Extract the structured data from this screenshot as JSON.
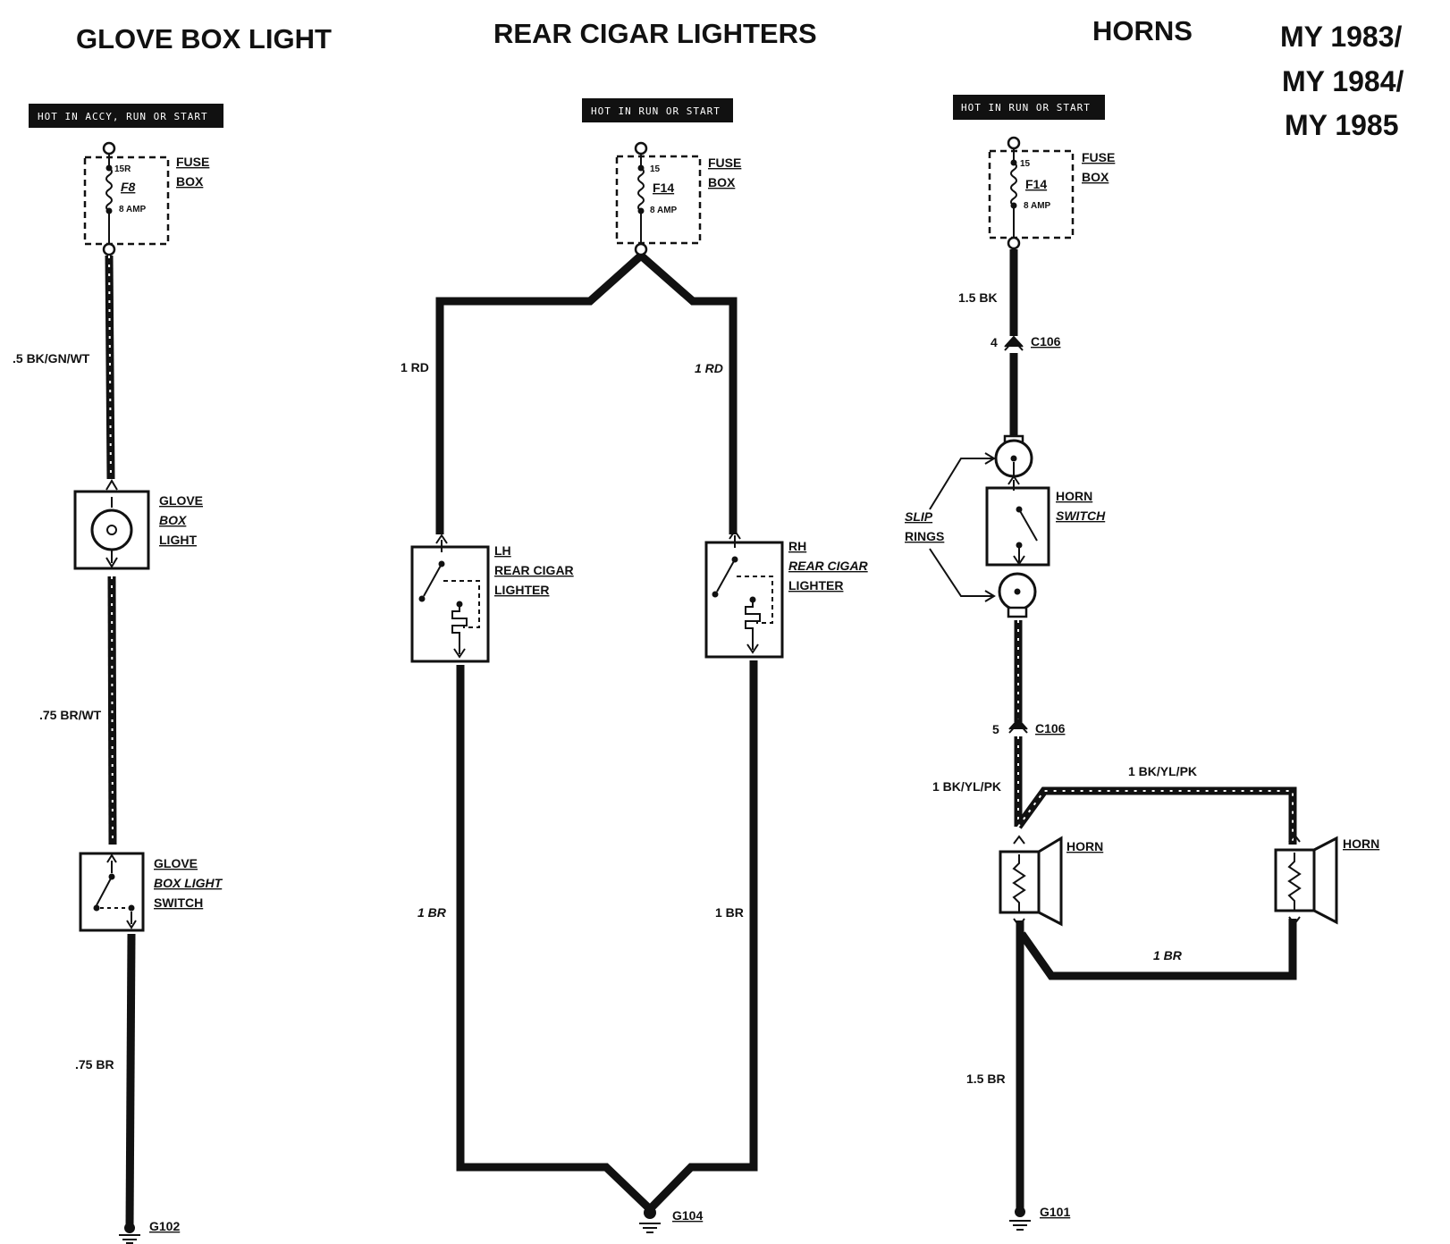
{
  "titles": {
    "glove_box": "GLOVE BOX LIGHT",
    "cigar": "REAR CIGAR LIGHTERS",
    "horns": "HORNS",
    "model_years": [
      "MY 1983/",
      "MY 1984/",
      "MY 1985"
    ]
  },
  "glove_box": {
    "hot_label": "HOT IN ACCY, RUN OR START",
    "fuse_terminal": "15R",
    "fuse_id": "F8",
    "fuse_rating": "8 AMP",
    "fuse_box_label": [
      "FUSE",
      "BOX"
    ],
    "wire1": ".5 BK/GN/WT",
    "light_label": [
      "GLOVE",
      "BOX",
      "LIGHT"
    ],
    "wire2": ".75 BR/WT",
    "switch_label": [
      "GLOVE",
      "BOX LIGHT",
      "SWITCH"
    ],
    "wire3": ".75 BR",
    "ground": "G102"
  },
  "cigar": {
    "hot_label": "HOT IN RUN OR START",
    "fuse_terminal": "15",
    "fuse_id": "F14",
    "fuse_rating": "8 AMP",
    "fuse_box_label": [
      "FUSE",
      "BOX"
    ],
    "wire_left_top": "1 RD",
    "wire_right_top": "1 RD",
    "lh_label": [
      "LH",
      "REAR CIGAR",
      "LIGHTER"
    ],
    "rh_label": [
      "RH",
      "REAR CIGAR",
      "LIGHTER"
    ],
    "wire_left_bottom": "1 BR",
    "wire_right_bottom": "1 BR",
    "ground": "G104"
  },
  "horns": {
    "hot_label": "HOT IN RUN OR START",
    "fuse_terminal": "15",
    "fuse_id": "F14",
    "fuse_rating": "8 AMP",
    "fuse_box_label": [
      "FUSE",
      "BOX"
    ],
    "wire1": "1.5 BK",
    "connector_top_pin": "4",
    "connector_top": "C106",
    "slip_rings": [
      "SLIP",
      "RINGS"
    ],
    "horn_switch": [
      "HORN",
      "SWITCH"
    ],
    "connector_bottom_pin": "5",
    "connector_bottom": "C106",
    "wire_feed_left": "1 BK/YL/PK",
    "wire_feed_top": "1 BK/YL/PK",
    "horn_left": "HORN",
    "horn_right": "HORN",
    "wire_return": "1 BR",
    "wire_ground": "1.5 BR",
    "ground": "G101"
  }
}
